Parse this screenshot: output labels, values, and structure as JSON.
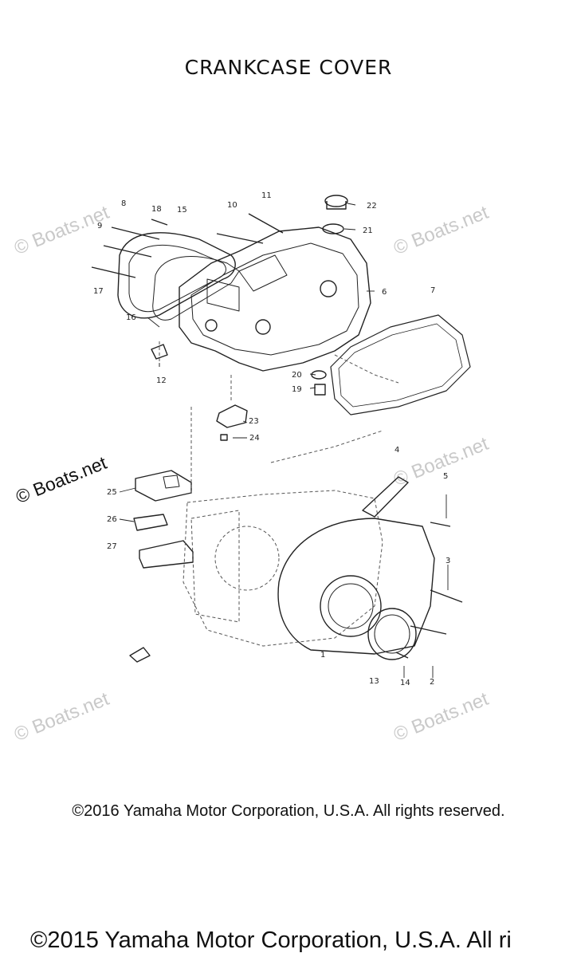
{
  "title": "CRANKCASE COVER",
  "watermark": "© Boats.net",
  "callouts": [
    "1",
    "2",
    "3",
    "4",
    "5",
    "6",
    "7",
    "8",
    "9",
    "10",
    "11",
    "12",
    "13",
    "14",
    "15",
    "16",
    "17",
    "18",
    "19",
    "20",
    "21",
    "22",
    "23",
    "24",
    "25",
    "26",
    "27"
  ],
  "copyright_2016": "©2016 Yamaha Motor Corporation, U.S.A. All rights reserved.",
  "copyright_2015": "©2015 Yamaha Motor Corporation, U.S.A. All ri"
}
